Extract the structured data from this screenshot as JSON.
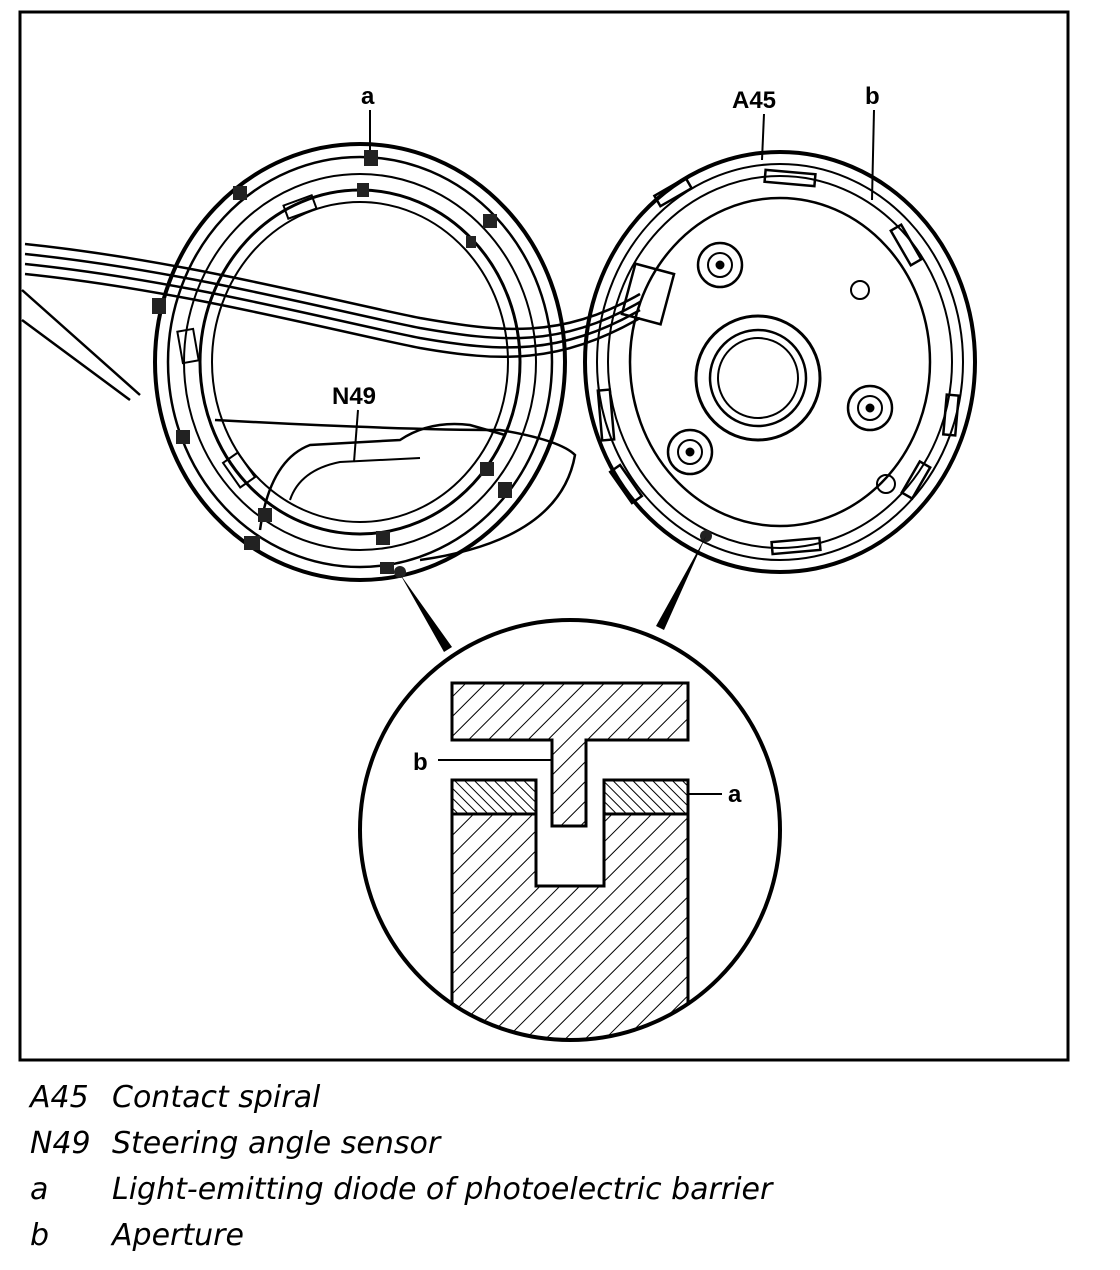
{
  "figure": {
    "callouts": {
      "a_top": "a",
      "a45": "A45",
      "b_top": "b",
      "n49": "N49",
      "b_detail": "b",
      "a_detail": "a"
    }
  },
  "legend": [
    {
      "code": "A45",
      "description": "Contact spiral"
    },
    {
      "code": "N49",
      "description": "Steering angle sensor"
    },
    {
      "code": "a",
      "description": "Light-emitting diode of photoelectric barrier"
    },
    {
      "code": "b",
      "description": "Aperture"
    }
  ]
}
